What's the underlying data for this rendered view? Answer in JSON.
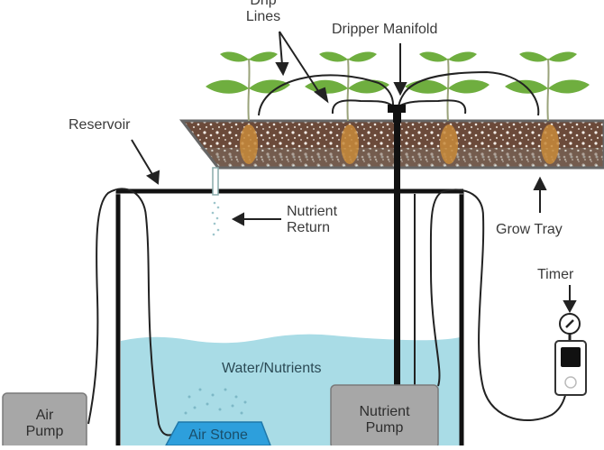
{
  "title": "Drip Hydroponic System",
  "labels": {
    "drip_lines": [
      "Drip",
      "Lines"
    ],
    "dripper_manifold": "Dripper Manifold",
    "reservoir": "Reservoir",
    "nutrient_return": [
      "Nutrient",
      "Return"
    ],
    "grow_tray": "Grow Tray",
    "timer": "Timer",
    "water_nutrients": "Water/Nutrients",
    "air_pump": [
      "Air",
      "Pump"
    ],
    "air_stone": "Air Stone",
    "nutrient_pump": [
      "Nutrient",
      "Pump"
    ]
  },
  "colors": {
    "leaf": "#6fae3f",
    "leaf_dark": "#4f8f2a",
    "medium": "#6b4a3a",
    "water": "#a9dce6",
    "air_stone": "#2d9fdc",
    "pump_box": "#a7a7a7",
    "line": "#111111"
  },
  "plant_count": 4
}
